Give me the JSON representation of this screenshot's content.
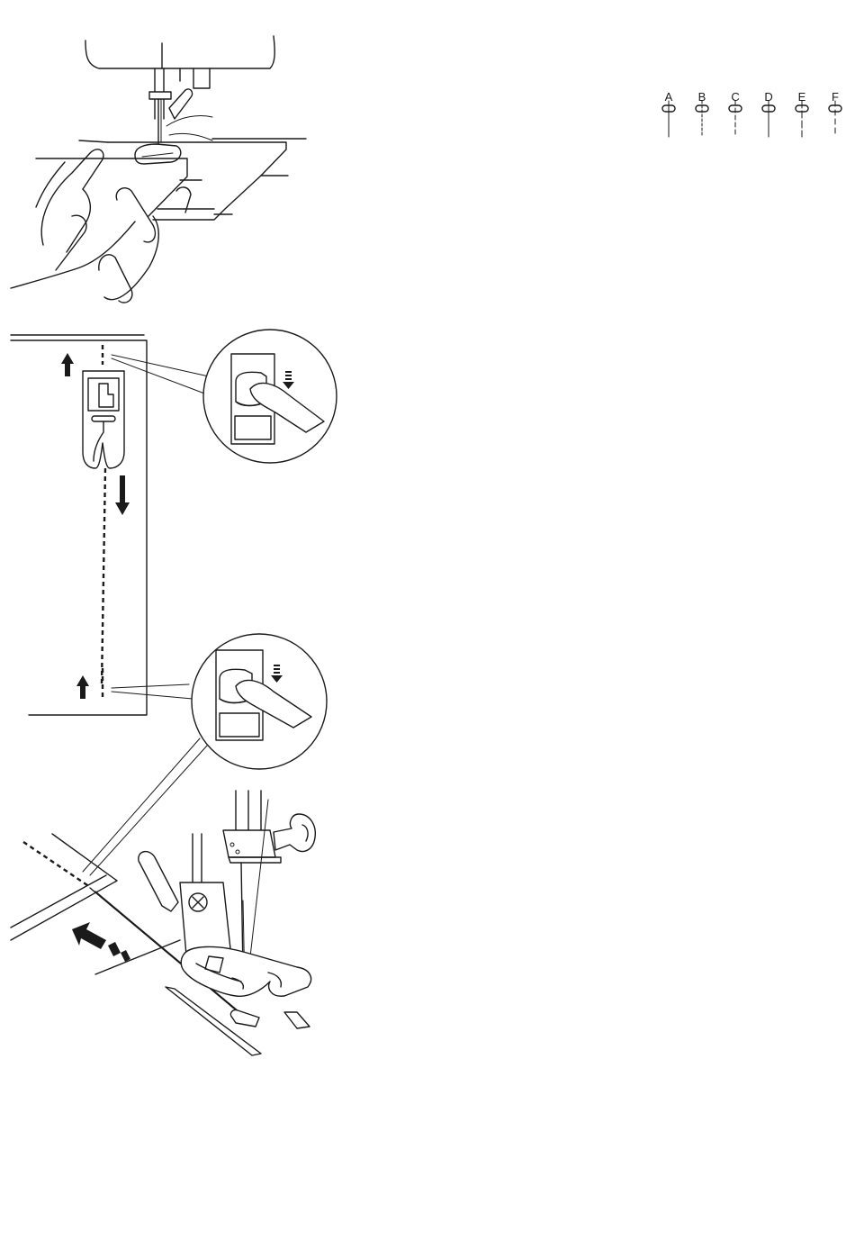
{
  "legend": {
    "labels": [
      "A",
      "B",
      "C",
      "D",
      "E",
      "F"
    ]
  }
}
